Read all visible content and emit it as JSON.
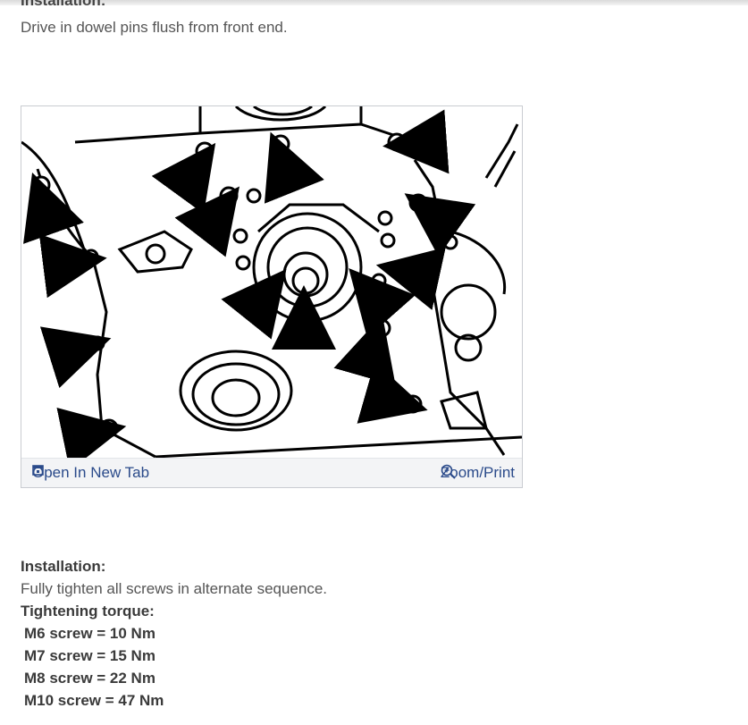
{
  "top": {
    "cut_heading": "Installation:",
    "instruction": "Drive in dowel pins flush from front end."
  },
  "figure": {
    "open_label": "Open In New Tab",
    "zoom_label": "Zoom/Print"
  },
  "section": {
    "heading": "Installation:",
    "instruction": "Fully tighten all screws in alternate sequence.",
    "torque_heading": "Tightening torque:",
    "specs": [
      "M6 screw = 10 Nm",
      "M7 screw = 15 Nm",
      "M8 screw = 22 Nm",
      "M10 screw = 47 Nm"
    ]
  }
}
